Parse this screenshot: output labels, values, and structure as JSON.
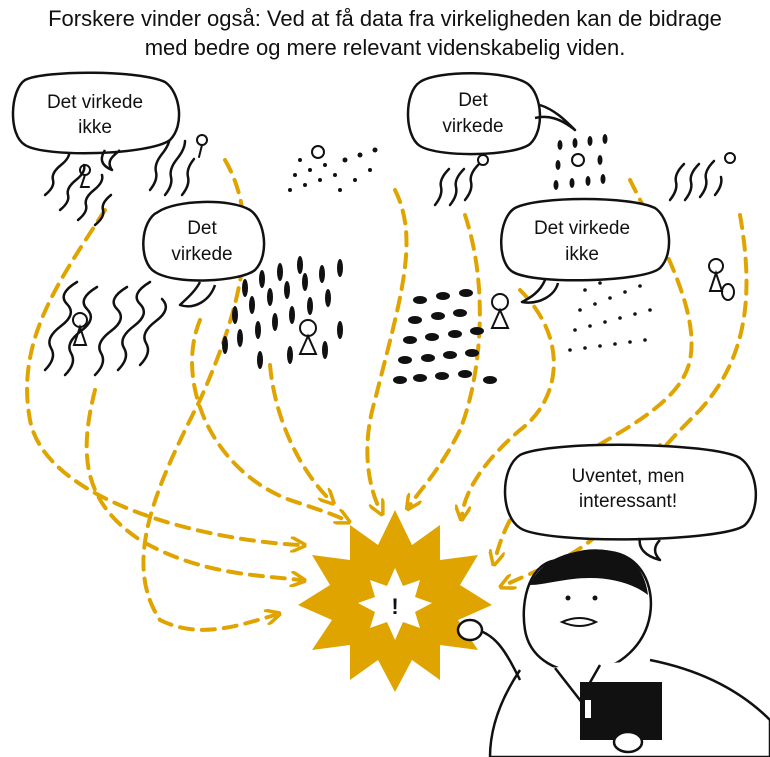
{
  "caption": {
    "line1": "Forskere vinder også: Ved at få data fra virkeligheden kan de bidrage",
    "line2": "med bedre og mere relevant videnskabelig viden."
  },
  "bubbles": [
    {
      "lines": [
        "Det virkede",
        "ikke"
      ]
    },
    {
      "lines": [
        "Det",
        "virkede"
      ]
    },
    {
      "lines": [
        "Det",
        "virkede"
      ]
    },
    {
      "lines": [
        "Det virkede",
        "ikke"
      ]
    },
    {
      "lines": [
        "Uventet, men",
        "interessant!"
      ]
    }
  ],
  "burst_mark": "!",
  "colors": {
    "accent": "#E0A400",
    "ink": "#111111"
  }
}
